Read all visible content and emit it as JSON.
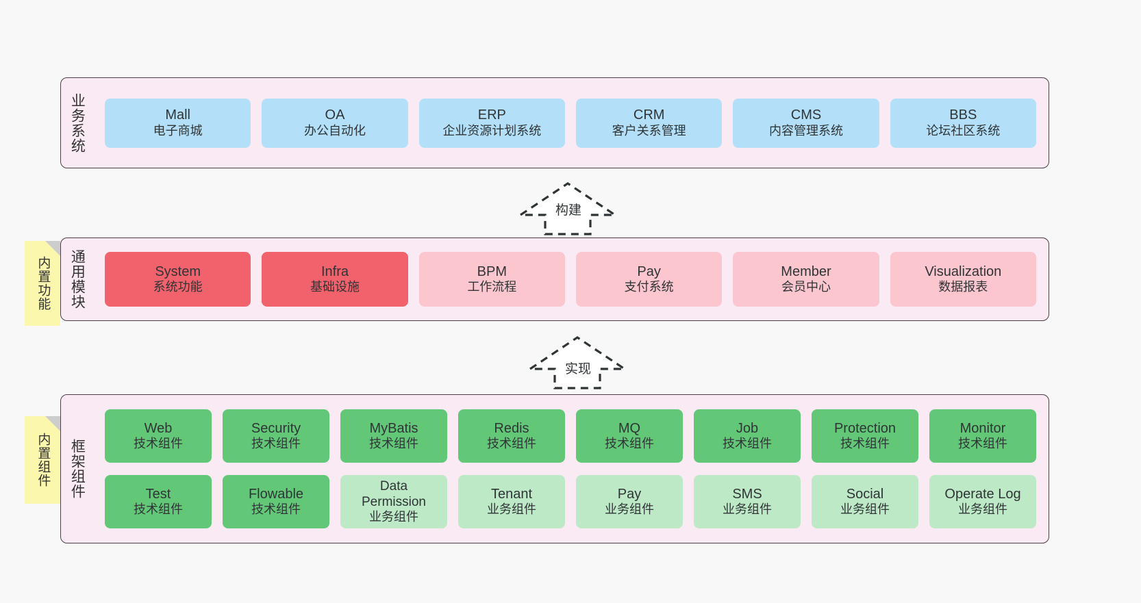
{
  "diagram": {
    "title": "ruoyi-vue-pro architecture layers",
    "background_color": "#f8f8f8",
    "panel_color": "#f9eaf4",
    "panel_border_color": "#4a3f46",
    "note_color": "#fbf8ae"
  },
  "notes": [
    {
      "label": "内置功能",
      "name": "builtin-features"
    },
    {
      "label": "内置组件",
      "name": "builtin-components"
    }
  ],
  "connectors": [
    {
      "label": "构建",
      "name": "build-arrow",
      "style": "dashed-hollow-up"
    },
    {
      "label": "实现",
      "name": "implement-arrow",
      "style": "dashed-hollow-up"
    }
  ],
  "layers": [
    {
      "name": "business-systems",
      "title": "业务系统",
      "accent": "#b3e0f8",
      "rows": [
        {
          "nodes": [
            {
              "t1": "Mall",
              "t2": "电子商城",
              "color": "blue"
            },
            {
              "t1": "OA",
              "t2": "办公自动化",
              "color": "blue"
            },
            {
              "t1": "ERP",
              "t2": "企业资源计划系统",
              "color": "blue"
            },
            {
              "t1": "CRM",
              "t2": "客户关系管理",
              "color": "blue"
            },
            {
              "t1": "CMS",
              "t2": "内容管理系统",
              "color": "blue"
            },
            {
              "t1": "BBS",
              "t2": "论坛社区系统",
              "color": "blue"
            }
          ]
        }
      ]
    },
    {
      "name": "common-modules",
      "title": "通用模块",
      "accent": "#f2626c",
      "rows": [
        {
          "nodes": [
            {
              "t1": "System",
              "t2": "系统功能",
              "color": "red"
            },
            {
              "t1": "Infra",
              "t2": "基础设施",
              "color": "red"
            },
            {
              "t1": "BPM",
              "t2": "工作流程",
              "color": "pink"
            },
            {
              "t1": "Pay",
              "t2": "支付系统",
              "color": "pink"
            },
            {
              "t1": "Member",
              "t2": "会员中心",
              "color": "pink"
            },
            {
              "t1": "Visualization",
              "t2": "数据报表",
              "color": "pink"
            }
          ]
        }
      ]
    },
    {
      "name": "framework-components",
      "title": "框架组件",
      "accent": "#62c878",
      "rows": [
        {
          "nodes": [
            {
              "t1": "Web",
              "t2": "技术组件",
              "color": "green"
            },
            {
              "t1": "Security",
              "t2": "技术组件",
              "color": "green"
            },
            {
              "t1": "MyBatis",
              "t2": "技术组件",
              "color": "green"
            },
            {
              "t1": "Redis",
              "t2": "技术组件",
              "color": "green"
            },
            {
              "t1": "MQ",
              "t2": "技术组件",
              "color": "green"
            },
            {
              "t1": "Job",
              "t2": "技术组件",
              "color": "green"
            },
            {
              "t1": "Protection",
              "t2": "技术组件",
              "color": "green"
            },
            {
              "t1": "Monitor",
              "t2": "技术组件",
              "color": "green"
            }
          ]
        },
        {
          "nodes": [
            {
              "t1": "Test",
              "t2": "技术组件",
              "color": "green"
            },
            {
              "t1": "Flowable",
              "t2": "技术组件",
              "color": "green"
            },
            {
              "t1": "Data Permission",
              "t2": "业务组件",
              "color": "lgreen"
            },
            {
              "t1": "Tenant",
              "t2": "业务组件",
              "color": "lgreen"
            },
            {
              "t1": "Pay",
              "t2": "业务组件",
              "color": "lgreen"
            },
            {
              "t1": "SMS",
              "t2": "业务组件",
              "color": "lgreen"
            },
            {
              "t1": "Social",
              "t2": "业务组件",
              "color": "lgreen"
            },
            {
              "t1": "Operate Log",
              "t2": "业务组件",
              "color": "lgreen"
            }
          ]
        }
      ]
    }
  ]
}
